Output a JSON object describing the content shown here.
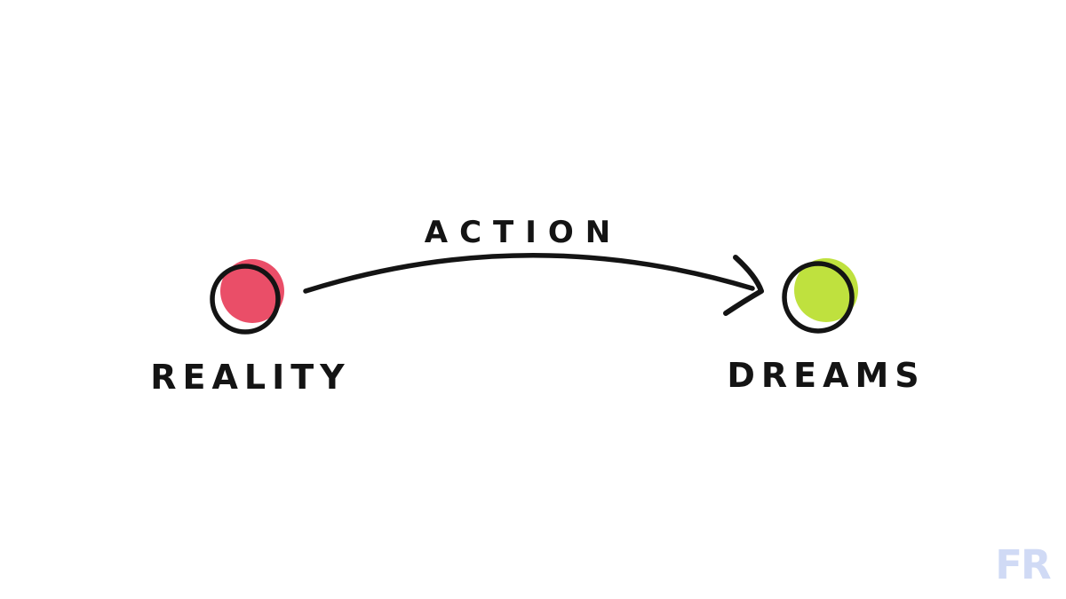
{
  "page": {
    "background": "#ffffff"
  },
  "diagram": {
    "ink": "#141414",
    "nodes": [
      {
        "id": "reality",
        "label": "REALITY",
        "fill": "#ea4e68"
      },
      {
        "id": "dreams",
        "label": "DREAMS",
        "fill": "#bfe13e"
      }
    ],
    "arrow": {
      "label": "ACTION",
      "from": "reality",
      "to": "dreams"
    }
  },
  "watermark": {
    "text": "FR",
    "color": "#ccd7f5"
  }
}
